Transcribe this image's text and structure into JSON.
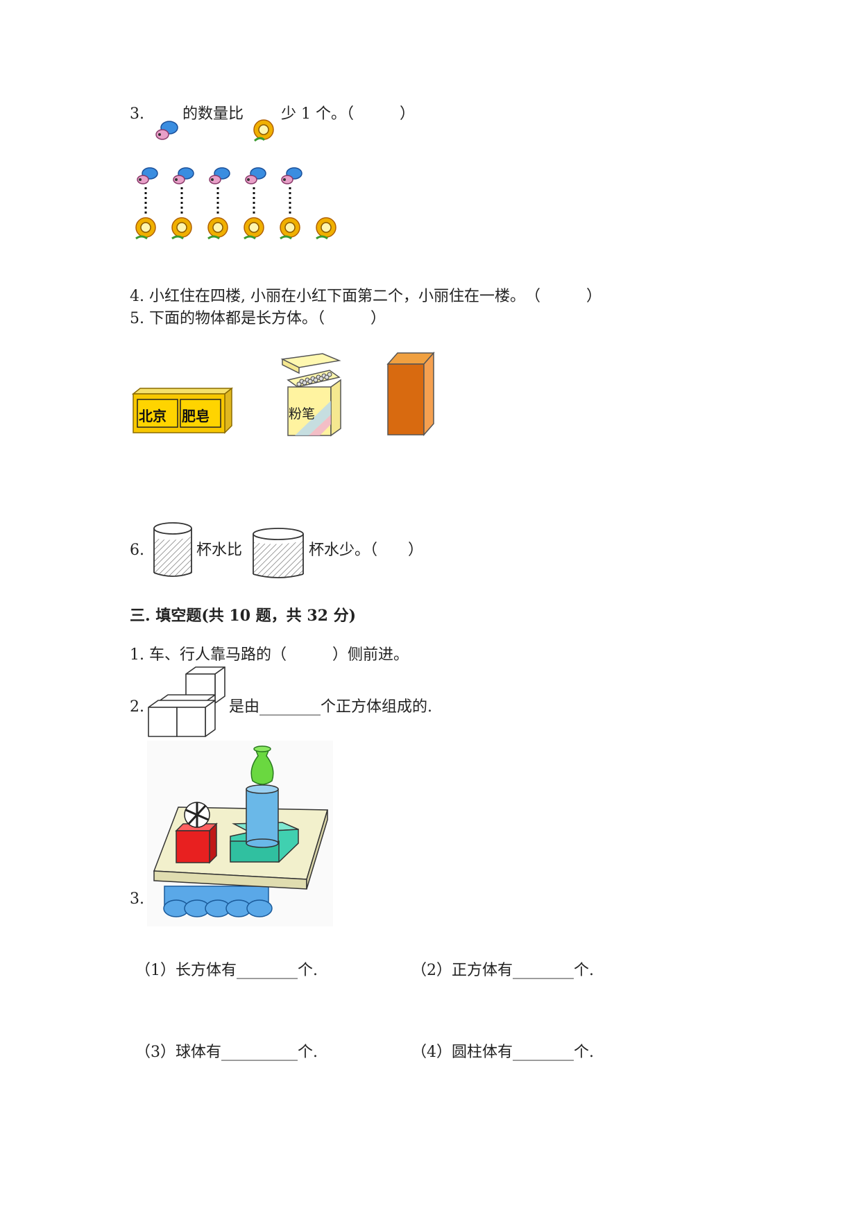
{
  "judge": {
    "q3": {
      "num": "3.",
      "part1": "的数量比",
      "part2": "少 1 个。（　　　）"
    },
    "q4": "4. 小红住在四楼, 小丽在小红下面第二个，小丽住在一楼。　（　　　）",
    "q5": "5. 下面的物体都是长方体。（　　　）",
    "q5_items": {
      "soap": [
        "北京",
        "肥皂"
      ],
      "chalk": "粉笔"
    },
    "q6": {
      "num": "6.",
      "part1": "杯水比",
      "part2": "杯水少。（　　）"
    }
  },
  "section3": {
    "title": "三. 填空题(共 10 题，共 32 分)",
    "q1": "1. 车、行人靠马路的（　　　）侧前进。",
    "q2": {
      "num": "2.",
      "text": "是由________个正方体组成的."
    },
    "q3": {
      "num": "3.",
      "blanks": [
        "（1）长方体有________个.",
        "（2）正方体有________个.",
        "（3）球体有__________个.",
        "（4）圆柱体有________个."
      ]
    }
  }
}
